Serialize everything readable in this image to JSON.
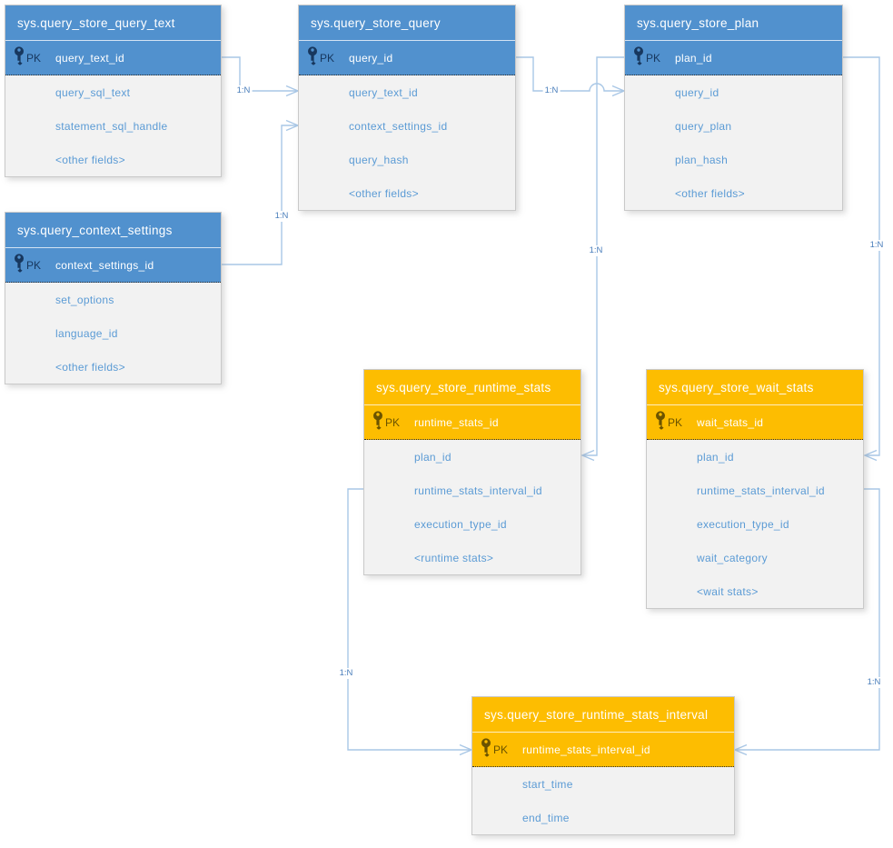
{
  "colors": {
    "table_blue_header": "#5191ce",
    "table_amber_header": "#fdbd01",
    "table_body_bg": "#f2f2f2",
    "field_text": "#5b9bd5",
    "header_text": "#ffffff",
    "pk_text_blue": "#17375e",
    "pk_text_amber": "#6b5300",
    "connector_line": "#a9c7e6",
    "cardinality_text": "#4a7ebb"
  },
  "tables": [
    {
      "name": "sys.query_store_query_text",
      "theme": "blue",
      "pk_label": "PK",
      "pk_field": "query_text_id",
      "fields": [
        "query_sql_text",
        "statement_sql_handle",
        "<other fields>"
      ]
    },
    {
      "name": "sys.query_store_query",
      "theme": "blue",
      "pk_label": "PK",
      "pk_field": "query_id",
      "fields": [
        "query_text_id",
        "context_settings_id",
        "query_hash",
        "<other fields>"
      ]
    },
    {
      "name": "sys.query_store_plan",
      "theme": "blue",
      "pk_label": "PK",
      "pk_field": "plan_id",
      "fields": [
        "query_id",
        "query_plan",
        "plan_hash",
        "<other fields>"
      ]
    },
    {
      "name": "sys.query_context_settings",
      "theme": "blue",
      "pk_label": "PK",
      "pk_field": "context_settings_id",
      "fields": [
        "set_options",
        "language_id",
        "<other fields>"
      ]
    },
    {
      "name": "sys.query_store_runtime_stats",
      "theme": "amber",
      "pk_label": "PK",
      "pk_field": "runtime_stats_id",
      "fields": [
        "plan_id",
        "runtime_stats_interval_id",
        "execution_type_id",
        "<runtime stats>"
      ]
    },
    {
      "name": "sys.query_store_wait_stats",
      "theme": "amber",
      "pk_label": "PK",
      "pk_field": "wait_stats_id",
      "fields": [
        "plan_id",
        "runtime_stats_interval_id",
        "execution_type_id",
        "wait_category",
        "<wait stats>"
      ]
    },
    {
      "name": "sys.query_store_runtime_stats_interval",
      "theme": "amber",
      "pk_label": "PK",
      "pk_field": "runtime_stats_interval_id",
      "fields": [
        "start_time",
        "end_time"
      ]
    }
  ],
  "connectors": [
    {
      "label": "1:N",
      "from": "sys.query_store_query_text.query_text_id",
      "to": "sys.query_store_query.query_text_id"
    },
    {
      "label": "1:N",
      "from": "sys.query_context_settings.context_settings_id",
      "to": "sys.query_store_query.context_settings_id"
    },
    {
      "label": "1:N",
      "from": "sys.query_store_query.query_id",
      "to": "sys.query_store_plan.query_id"
    },
    {
      "label": "1:N",
      "from": "sys.query_store_plan.plan_id",
      "to": "sys.query_store_runtime_stats.plan_id"
    },
    {
      "label": "1:N",
      "from": "sys.query_store_plan.plan_id",
      "to": "sys.query_store_wait_stats.plan_id"
    },
    {
      "label": "1:N",
      "from": "sys.query_store_runtime_stats.runtime_stats_interval_id",
      "to": "sys.query_store_runtime_stats_interval.runtime_stats_interval_id"
    },
    {
      "label": "1:N",
      "from": "sys.query_store_wait_stats.runtime_stats_interval_id",
      "to": "sys.query_store_runtime_stats_interval.runtime_stats_interval_id"
    }
  ]
}
